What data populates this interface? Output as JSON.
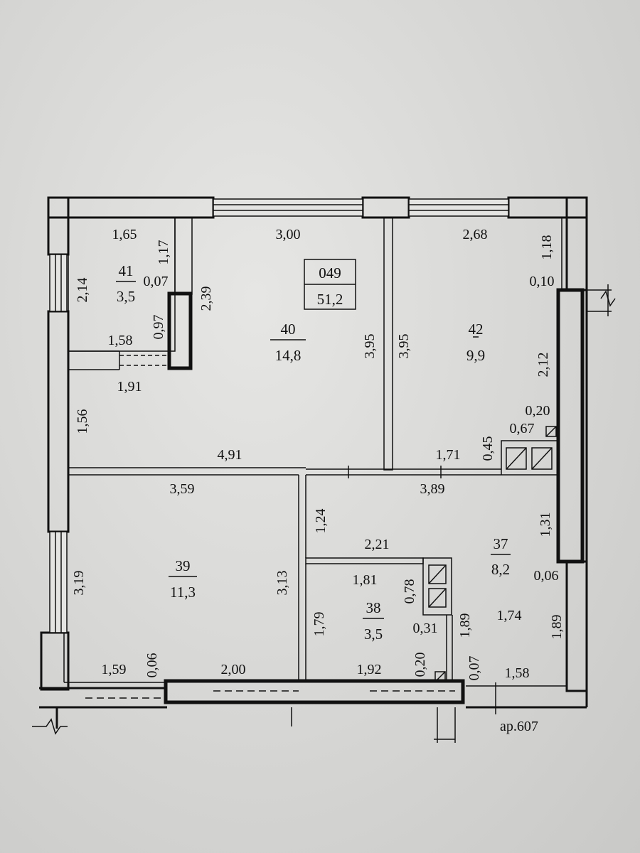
{
  "apartment": {
    "number": "049",
    "total_area": "51,2"
  },
  "rooms": [
    {
      "id": "41",
      "area": "3,5"
    },
    {
      "id": "40",
      "area": "14,8"
    },
    {
      "id": "42",
      "area": "9,9"
    },
    {
      "id": "39",
      "area": "11,3"
    },
    {
      "id": "38",
      "area": "3,5"
    },
    {
      "id": "37",
      "area": "8,2"
    }
  ],
  "dimensions": [
    "1,65",
    "1,17",
    "0,07",
    "2,14",
    "2,39",
    "1,58",
    "0,97",
    "1,91",
    "1,56",
    "4,91",
    "3,00",
    "3,95",
    "3,95",
    "2,68",
    "1,18",
    "0,10",
    "2,12",
    "0,20",
    "0,67",
    "0,45",
    "1,71",
    "3,59",
    "1,24",
    "3,89",
    "1,31",
    "2,21",
    "1,81",
    "0,78",
    "0,06",
    "1,74",
    "3,19",
    "3,13",
    "1,79",
    "0,31",
    "1,89",
    "1,89",
    "1,59",
    "0,06",
    "2,00",
    "1,92",
    "0,20",
    "0,07",
    "1,58"
  ],
  "axis_label": "ар.607"
}
